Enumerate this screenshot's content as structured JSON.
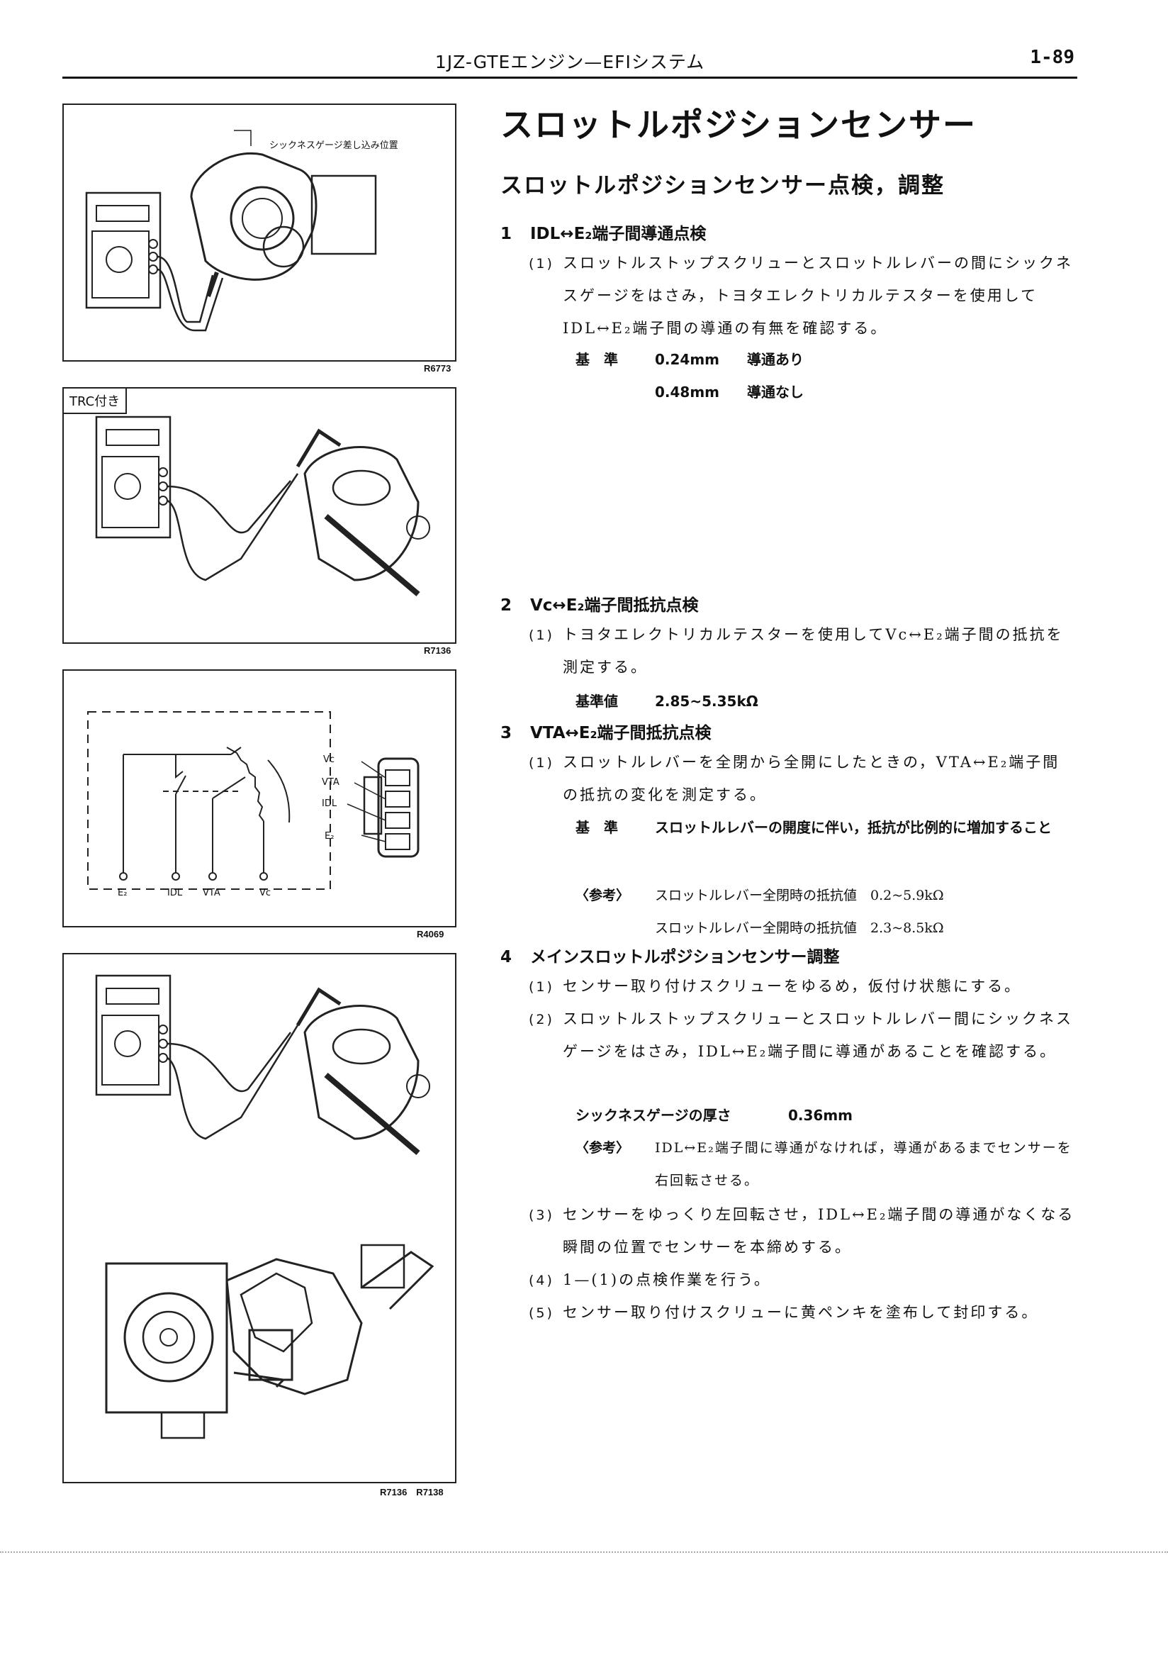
{
  "header": {
    "title": "1JZ-GTEエンジン—EFIシステム",
    "page_number": "1-89"
  },
  "figures": {
    "fig1": {
      "code": "R6773",
      "callout": "シックネスゲージ差し込み位置"
    },
    "fig2": {
      "code": "R7136",
      "tag": "TRC付き"
    },
    "fig3": {
      "code": "R4069",
      "pins": [
        "Vc",
        "VTA",
        "IDL",
        "E₂"
      ],
      "terminals": [
        "E₂",
        "IDL",
        "VTA",
        "Vc"
      ]
    },
    "fig4": {
      "code": "R7136　R7138"
    }
  },
  "content": {
    "heading": "スロットルポジションセンサー",
    "subheading": "スロットルポジションセンサー点検，調整",
    "steps": [
      {
        "num": "1",
        "title": "IDL↔E₂端子間導通点検",
        "items": [
          {
            "num": "(1)",
            "text": "スロットルストップスクリューとスロットルレバーの間にシックネスゲージをはさみ，トヨタエレクトリカルテスターを使用してIDL↔E₂端子間の導通の有無を確認する。"
          }
        ],
        "spec": {
          "label": "基　準",
          "rows": [
            {
              "value": "0.24mm",
              "result": "導通あり"
            },
            {
              "value": "0.48mm",
              "result": "導通なし"
            }
          ]
        }
      },
      {
        "num": "2",
        "title": "Vc↔E₂端子間抵抗点検",
        "items": [
          {
            "num": "(1)",
            "text": "トヨタエレクトリカルテスターを使用してVc↔E₂端子間の抵抗を測定する。"
          }
        ],
        "spec": {
          "label": "基準値",
          "value": "2.85~5.35kΩ"
        }
      },
      {
        "num": "3",
        "title": "VTA↔E₂端子間抵抗点検",
        "items": [
          {
            "num": "(1)",
            "text": "スロットルレバーを全閉から全開にしたときの，VTA↔E₂端子間の抵抗の変化を測定する。"
          }
        ],
        "spec": {
          "label": "基　準",
          "text": "スロットルレバーの開度に伴い，抵抗が比例的に増加すること"
        },
        "ref": {
          "label": "〈参考〉",
          "rows": [
            "スロットルレバー全閉時の抵抗値　0.2~5.9kΩ",
            "スロットルレバー全開時の抵抗値　2.3~8.5kΩ"
          ]
        }
      },
      {
        "num": "4",
        "title": "メインスロットルポジションセンサー調整",
        "items": [
          {
            "num": "(1)",
            "text": "センサー取り付けスクリューをゆるめ，仮付け状態にする。"
          },
          {
            "num": "(2)",
            "text": "スロットルストップスクリューとスロットルレバー間にシックネスゲージをはさみ，IDL↔E₂端子間に導通があることを確認する。"
          },
          {
            "num": "(3)",
            "text": "センサーをゆっくり左回転させ，IDL↔E₂端子間の導通がなくなる瞬間の位置でセンサーを本締めする。"
          },
          {
            "num": "(4)",
            "text": "1—(1)の点検作業を行う。"
          },
          {
            "num": "(5)",
            "text": "センサー取り付けスクリューに黄ペンキを塗布して封印する。"
          }
        ],
        "gauge": {
          "label": "シックネスゲージの厚さ",
          "value": "0.36mm"
        },
        "ref": {
          "label": "〈参考〉",
          "text": "IDL↔E₂端子間に導通がなければ，導通があるまでセンサーを右回転させる。"
        }
      }
    ]
  }
}
